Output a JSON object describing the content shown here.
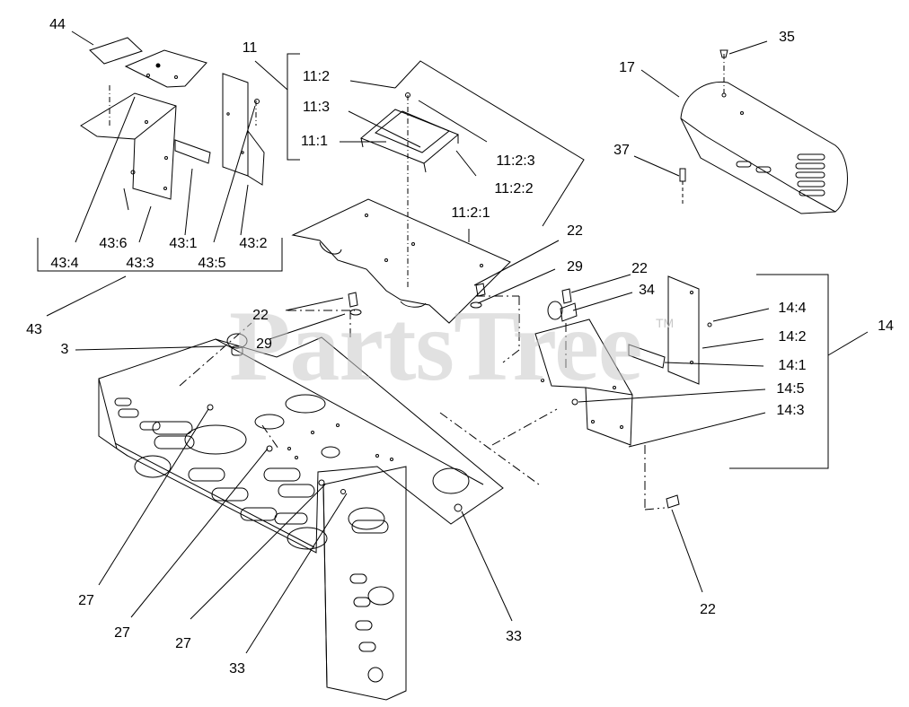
{
  "watermark": {
    "text": "PartsTree",
    "tm": "TM"
  },
  "callouts": [
    {
      "id": "c44",
      "text": "44"
    },
    {
      "id": "c11",
      "text": "11"
    },
    {
      "id": "c11_2",
      "text": "11:2"
    },
    {
      "id": "c11_3",
      "text": "11:3"
    },
    {
      "id": "c11_1",
      "text": "11:1"
    },
    {
      "id": "c11_2_3",
      "text": "11:2:3"
    },
    {
      "id": "c11_2_2",
      "text": "11:2:2"
    },
    {
      "id": "c11_2_1",
      "text": "11:2:1"
    },
    {
      "id": "c35",
      "text": "35"
    },
    {
      "id": "c17",
      "text": "17"
    },
    {
      "id": "c37",
      "text": "37"
    },
    {
      "id": "c43_6",
      "text": "43:6"
    },
    {
      "id": "c43_1",
      "text": "43:1"
    },
    {
      "id": "c43_2",
      "text": "43:2"
    },
    {
      "id": "c43_4",
      "text": "43:4"
    },
    {
      "id": "c43_3",
      "text": "43:3"
    },
    {
      "id": "c43_5",
      "text": "43:5"
    },
    {
      "id": "c43",
      "text": "43"
    },
    {
      "id": "c22a",
      "text": "22"
    },
    {
      "id": "c29a",
      "text": "29"
    },
    {
      "id": "c22b",
      "text": "22"
    },
    {
      "id": "c34",
      "text": "34"
    },
    {
      "id": "c22c",
      "text": "22"
    },
    {
      "id": "c29b",
      "text": "29"
    },
    {
      "id": "c3",
      "text": "3"
    },
    {
      "id": "c14_4",
      "text": "14:4"
    },
    {
      "id": "c14",
      "text": "14"
    },
    {
      "id": "c14_2",
      "text": "14:2"
    },
    {
      "id": "c14_1",
      "text": "14:1"
    },
    {
      "id": "c14_5",
      "text": "14:5"
    },
    {
      "id": "c14_3",
      "text": "14:3"
    },
    {
      "id": "c27a",
      "text": "27"
    },
    {
      "id": "c27b",
      "text": "27"
    },
    {
      "id": "c27c",
      "text": "27"
    },
    {
      "id": "c33a",
      "text": "33"
    },
    {
      "id": "c33b",
      "text": "33"
    },
    {
      "id": "c22d",
      "text": "22"
    }
  ]
}
